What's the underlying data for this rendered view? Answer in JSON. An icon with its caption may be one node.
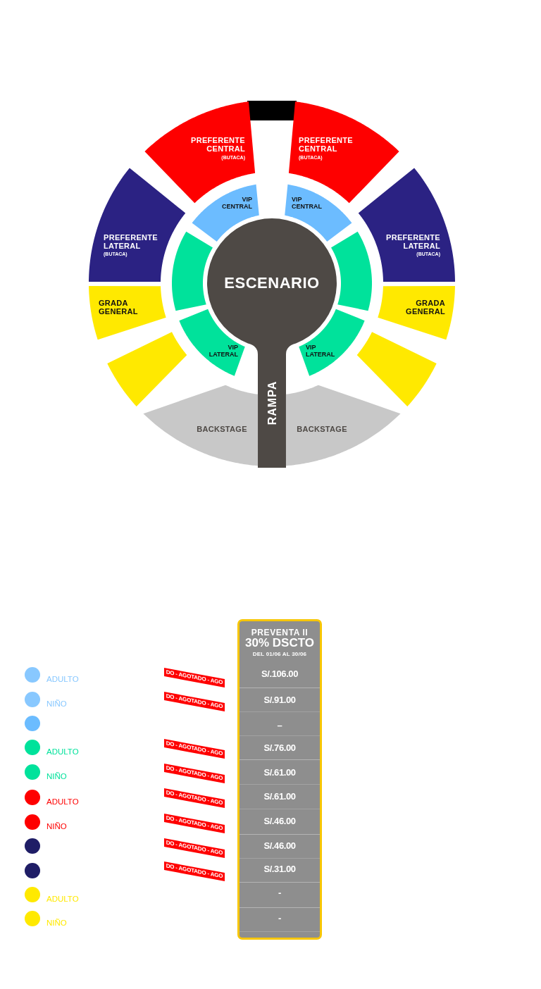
{
  "diagram": {
    "nodes": [
      {
        "text": [],
        "shape": "box"
      },
      {
        "text": [
          "PREFERENTE CENTRAL",
          "(BUTACA)"
        ]
      },
      {
        "text": [
          "PREFERENTE CENTRAL",
          "(BUTACA)"
        ]
      },
      {
        "text": [
          "VIP CENTRAL"
        ]
      },
      {
        "text": [
          "VIP CENTRAL"
        ]
      },
      {
        "text": [
          "PREFERENTE LATERAL",
          "(BUTACA)"
        ]
      },
      {
        "text": [
          "PREFERENTE LATERAL",
          "(BUTACA)"
        ]
      },
      {
        "text": [],
        "shape": "sector"
      },
      {
        "text": [
          "ESCENARIO",
          "RAMPA"
        ]
      },
      {
        "text": [],
        "shape": "sector"
      },
      {
        "text": [
          "GRADA GENERAL"
        ]
      },
      {
        "text": [
          "GRADA GENERAL"
        ]
      },
      {
        "text": [
          "VIP LATERAL"
        ]
      },
      {
        "text": [
          "VIP LATERAL"
        ]
      },
      {
        "text": [],
        "shape": "sector"
      },
      {
        "text": [],
        "shape": "sector"
      },
      {
        "text": [
          "BACKSTAGE"
        ]
      },
      {
        "text": [
          "BACKSTAGE"
        ]
      },
      {
        "text": [
          "PREVENTA II",
          "30% DSCTO",
          "DEL 01/06 AL 30/06",
          "S/.106.00",
          "S/.91.00",
          "–",
          "S/.76.00",
          "S/.61.00",
          "S/.61.00",
          "S/.46.00",
          "S/.46.00",
          "S/.31.00",
          "-",
          "-"
        ]
      }
    ],
    "labels": [
      "DO - AGOTADO - AGO",
      "DO - AGOTADO - AGO",
      "DO - AGOTADO - AGO",
      "DO - AGOTADO - AGO",
      "DO - AGOTADO - AGO",
      "DO - AGOTADO - AGO",
      "DO - AGOTADO - AGO",
      "DO - AGOTADO - AGO"
    ],
    "legend": [
      {
        "text": "ADULTO",
        "color": "#88c8ff"
      },
      {
        "text": "NIÑO",
        "color": "#88c8ff"
      },
      {
        "text": "ADULTO",
        "color": "#00e29b"
      },
      {
        "text": "NIÑO",
        "color": "#00e29b"
      },
      {
        "text": "ADULTO",
        "color": "#fe0000"
      },
      {
        "text": "NIÑO",
        "color": "#fe0000"
      },
      {
        "text": "ADULTO",
        "color": "#ffe900"
      },
      {
        "text": "NIÑO",
        "color": "#ffe900"
      }
    ]
  }
}
